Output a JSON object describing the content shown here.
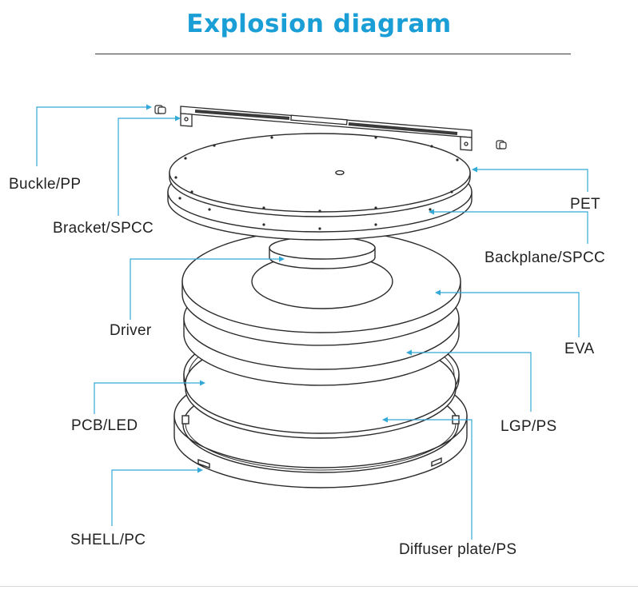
{
  "title": "Explosion diagram",
  "colors": {
    "title": "#1a9ed6",
    "leader": "#33a9d8",
    "outline": "#2b2b2b",
    "label": "#222222"
  },
  "labels": {
    "buckle": "Buckle/PP",
    "bracket": "Bracket/SPCC",
    "pet": "PET",
    "backplane": "Backplane/SPCC",
    "driver": "Driver",
    "eva": "EVA",
    "pcb": "PCB/LED",
    "lgp": "LGP/PS",
    "shell": "SHELL/PC",
    "diffuser": "Diffuser plate/PS"
  }
}
